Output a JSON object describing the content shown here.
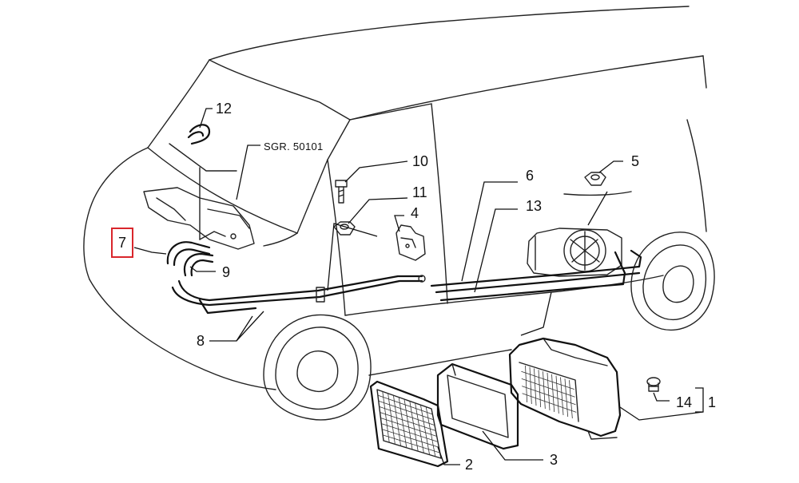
{
  "diagram": {
    "reference_label": "SGR. 50101",
    "callouts": [
      {
        "id": "c1",
        "text": "1"
      },
      {
        "id": "c2",
        "text": "2"
      },
      {
        "id": "c3",
        "text": "3"
      },
      {
        "id": "c4",
        "text": "4"
      },
      {
        "id": "c5",
        "text": "5"
      },
      {
        "id": "c6",
        "text": "6"
      },
      {
        "id": "c7",
        "text": "7"
      },
      {
        "id": "c8",
        "text": "8"
      },
      {
        "id": "c9",
        "text": "9"
      },
      {
        "id": "c10",
        "text": "10"
      },
      {
        "id": "c11",
        "text": "11"
      },
      {
        "id": "c12",
        "text": "12"
      },
      {
        "id": "c13",
        "text": "13"
      },
      {
        "id": "c14",
        "text": "14"
      }
    ],
    "highlighted_callout": "7",
    "colors": {
      "line": "#111111",
      "background": "#ffffff",
      "highlight": "#d9262c"
    }
  }
}
